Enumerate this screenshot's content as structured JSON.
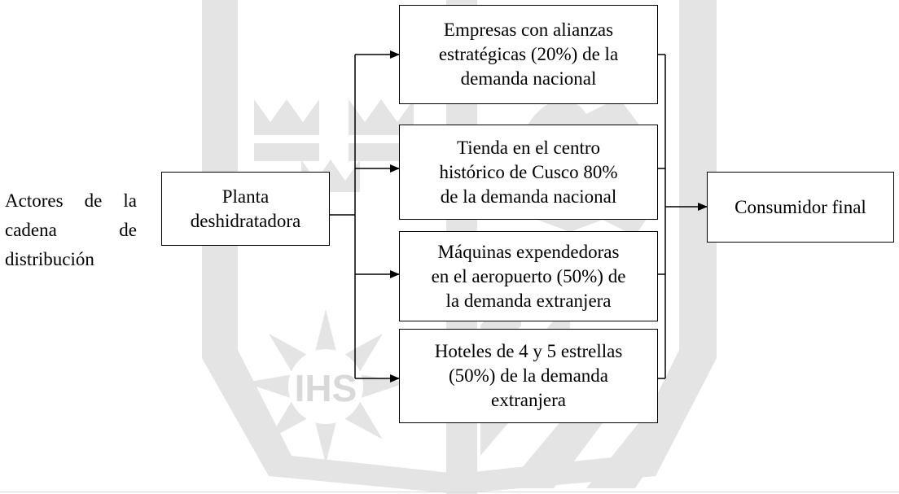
{
  "diagram": {
    "side_label": {
      "lines": [
        [
          "Actores",
          "de",
          "la"
        ],
        [
          "cadena",
          "de"
        ],
        [
          "distribución"
        ]
      ]
    },
    "source_node": {
      "lines": [
        "Planta",
        "deshidratadora"
      ]
    },
    "channels": [
      {
        "lines": [
          "Empresas con alianzas",
          "estratégicas (20%) de la",
          "demanda nacional"
        ]
      },
      {
        "lines": [
          "Tienda en el centro",
          "histórico de Cusco 80%",
          "de la demanda nacional"
        ]
      },
      {
        "lines": [
          "Máquinas expendedoras",
          "en el aeropuerto (50%) de",
          "la demanda extranjera"
        ]
      },
      {
        "lines": [
          "Hoteles de 4 y 5 estrellas",
          "(50%) de la demanda",
          "extranjera"
        ]
      }
    ],
    "target_node": {
      "lines": [
        "Consumidor final"
      ]
    },
    "watermark": {
      "text": "IHS",
      "color": "#d9d9d9"
    },
    "line_color": "#000000"
  }
}
